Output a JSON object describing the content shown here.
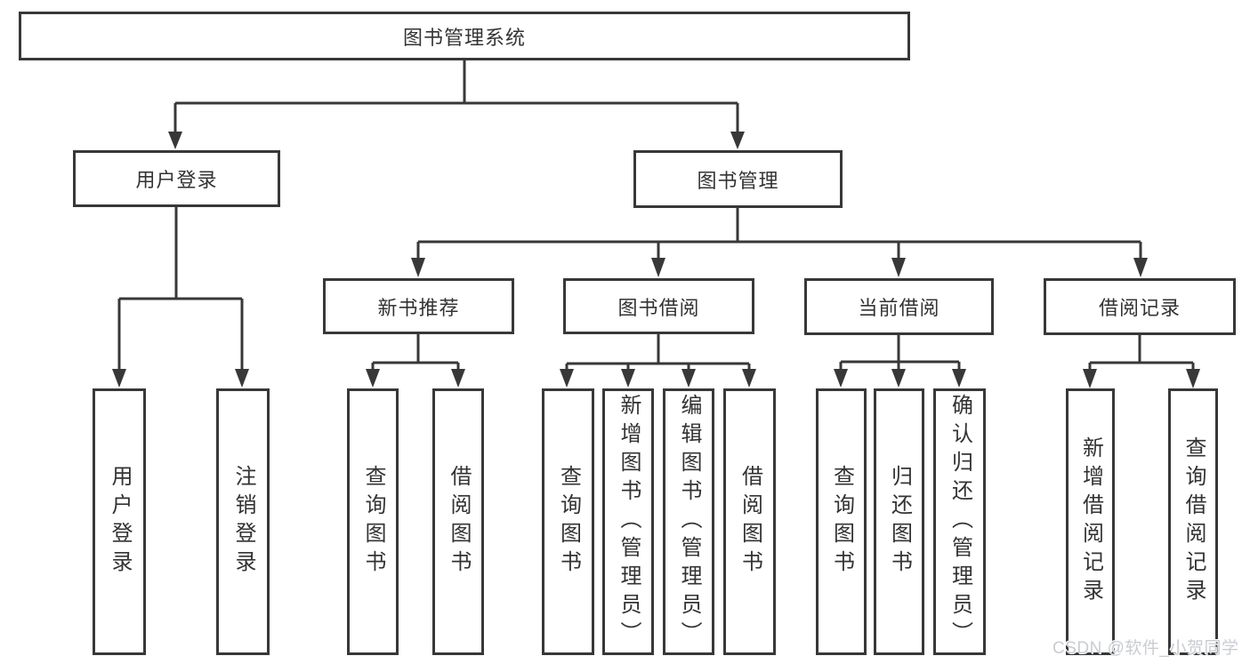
{
  "title": "图书管理系统",
  "watermark": "CSDN @软件_小贺同学",
  "colors": {
    "line": "#383838",
    "text": "#333333",
    "watermark": "#c9ccd1",
    "background": "#ffffff"
  },
  "nodes": {
    "root": {
      "label": "图书管理系统"
    },
    "user_login": {
      "label": "用户登录"
    },
    "book_management": {
      "label": "图书管理"
    },
    "new_book_recommend": {
      "label": "新书推荐"
    },
    "book_borrow": {
      "label": "图书借阅"
    },
    "current_borrow": {
      "label": "当前借阅"
    },
    "borrow_records": {
      "label": "借阅记录"
    },
    "leaf_user_login": {
      "label": "用户登录"
    },
    "leaf_logout": {
      "label": "注销登录"
    },
    "leaf_query_book_rec": {
      "label": "查询图书"
    },
    "leaf_borrow_book_rec": {
      "label": "借阅图书"
    },
    "leaf_query_book_borrow": {
      "label": "查询图书"
    },
    "leaf_add_book": {
      "label": "新增图书（管理员）"
    },
    "leaf_edit_book": {
      "label": "编辑图书（管理员）"
    },
    "leaf_borrow_book": {
      "label": "借阅图书"
    },
    "leaf_query_book_current": {
      "label": "查询图书"
    },
    "leaf_return_book": {
      "label": "归还图书"
    },
    "leaf_confirm_return": {
      "label": "确认归还（管理员）"
    },
    "leaf_add_borrow_record": {
      "label": "新增借阅记录"
    },
    "leaf_query_borrow_record": {
      "label": "查询借阅记录"
    }
  },
  "hierarchy": {
    "图书管理系统": {
      "用户登录": [
        "用户登录",
        "注销登录"
      ],
      "图书管理": {
        "新书推荐": [
          "查询图书",
          "借阅图书"
        ],
        "图书借阅": [
          "查询图书",
          "新增图书（管理员）",
          "编辑图书（管理员）",
          "借阅图书"
        ],
        "当前借阅": [
          "查询图书",
          "归还图书",
          "确认归还（管理员）"
        ],
        "借阅记录": [
          "新增借阅记录",
          "查询借阅记录"
        ]
      }
    }
  }
}
